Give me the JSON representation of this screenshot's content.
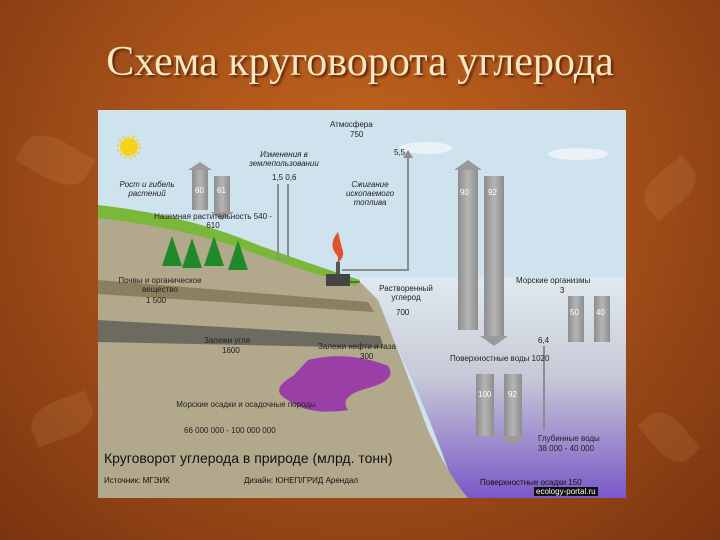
{
  "slide": {
    "title": "Схема круговорота углерода"
  },
  "diagram": {
    "caption": "Круговорот углерода в природе (млрд. тонн)",
    "labels": {
      "atmosphere": "Атмосфера",
      "atmosphere_value": "750",
      "land_use_change": "Изменения в землепользовании",
      "land_use_value": "1,5  0,6",
      "fossil_burning": "Сжигание ископаемого топлива",
      "fossil_value": "5,5",
      "plant_growth": "Рост и гибель растений",
      "plant_flux_1": "60",
      "plant_flux_2": "61",
      "land_vegetation": "Наземная растительность 540 - 610",
      "soil": "Почвы и органическое вещество",
      "soil_value": "1 500",
      "coal": "Залежи угля",
      "coal_value": "1600",
      "oil_gas": "Залежи нефти и газа",
      "oil_gas_value": "300",
      "dissolved_carbon": "Растворенный углерод",
      "dissolved_value": "700",
      "ocean_flux_1": "90",
      "ocean_flux_2": "92",
      "marine_organisms": "Морские организмы",
      "marine_value": "3",
      "marine_flux_1": "50",
      "marine_flux_2": "40",
      "mixing_value": "6,4",
      "surface_water": "Поверхностные воды 1020",
      "deep_flux_1": "100",
      "deep_flux_2": "92",
      "sediments": "Морские осадки и осадочные породы",
      "sediments_value": "66 000 000 - 100 000 000",
      "deep_water": "Глубинные воды",
      "deep_water_value": "38 000 - 40 000",
      "surface_sediments": "Поверхностные осадки 150"
    },
    "footer": {
      "source": "Источник: МГЭИК",
      "design": "Дизайн: ЮНЕП/ГРИД Арендал",
      "watermark": "ecology-portal.ru"
    }
  },
  "colors": {
    "slide_bg": "#a8521a",
    "title": "#f6e7c1",
    "sky": "#cfe3ef",
    "grass": "#7bb83a",
    "ocean_deep": "#7a58c8",
    "oil": "#9a3fa6",
    "arrow": "#9a9a9a"
  }
}
